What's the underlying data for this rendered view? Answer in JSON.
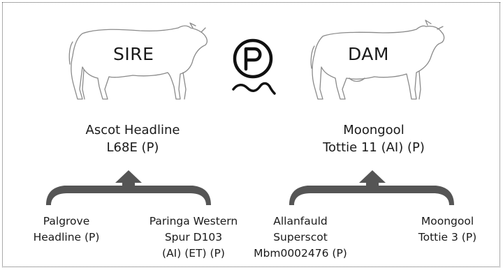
{
  "sire": {
    "label": "SIRE",
    "name_line1": "Ascot Headline",
    "name_line2": "L68E (P)",
    "parents": [
      {
        "lines": [
          "Palgrove",
          "Headline (P)"
        ]
      },
      {
        "lines": [
          "Paringa Western",
          "Spur D103",
          "(AI) (ET) (P)"
        ]
      }
    ]
  },
  "dam": {
    "label": "DAM",
    "name_line1": "Moongool",
    "name_line2": "Tottie 11 (AI) (P)",
    "parents": [
      {
        "lines": [
          "Allanfauld",
          "Superscot",
          "Mbm0002476 (P)"
        ]
      },
      {
        "lines": [
          "Moongool",
          "Tottie 3 (P)"
        ]
      }
    ]
  },
  "polled_symbol": {
    "letter": "P",
    "icon": "polled-symbol-icon"
  },
  "colors": {
    "line": "#1a1a1a",
    "bracket": "#555555",
    "outline": "#8a8a8a",
    "border": "#555555"
  }
}
